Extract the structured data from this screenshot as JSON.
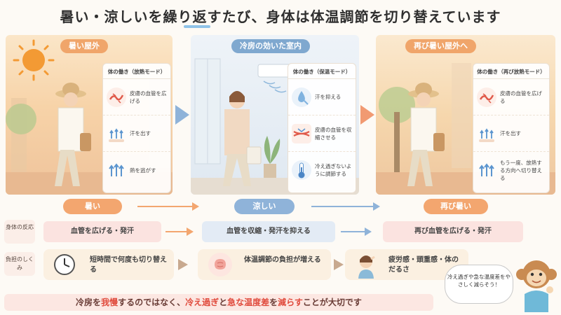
{
  "title": "暑い・涼しいを繰り返すたび、身体は体温調節を切り替えています",
  "scenes": [
    {
      "tag": "暑い屋外",
      "panel_title": "体の働き（放熱モード）",
      "items": [
        {
          "icon": "blood-vessel-dilate-icon",
          "text": "皮膚の血管を広げる"
        },
        {
          "icon": "sweat-icon",
          "text": "汗を出す"
        },
        {
          "icon": "heat-release-icon",
          "text": "熱を逃がす"
        }
      ]
    },
    {
      "tag": "冷房の効いた室内",
      "panel_title": "体の働き（保温モード）",
      "items": [
        {
          "icon": "suppress-sweat-icon",
          "text": "汗を抑える"
        },
        {
          "icon": "blood-vessel-constrict-icon",
          "text": "皮膚の血管を収縮させる"
        },
        {
          "icon": "thermometer-icon",
          "text": "冷え過ぎないように調節する"
        }
      ]
    },
    {
      "tag": "再び暑い屋外へ",
      "panel_title": "体の働き（再び放熱モード）",
      "items": [
        {
          "icon": "blood-vessel-dilate-icon",
          "text": "皮膚の血管を広げる"
        },
        {
          "icon": "sweat-icon",
          "text": "汗を出す"
        },
        {
          "icon": "heat-release-icon",
          "text": "もう一度、放熱する方向へ切り替える"
        }
      ]
    }
  ],
  "phases": [
    "暑い",
    "涼しい",
    "再び暑い"
  ],
  "rows": {
    "reaction_label": "身体の反応",
    "reactions": [
      "血管を広げる・発汗",
      "血管を収縮・発汗を抑える",
      "再び血管を広げる・発汗"
    ],
    "load_label": "負担のしくみ",
    "loads": [
      "短時間で何度も切り替える",
      "体温調節の負担が増える",
      "疲労感・頭重感・体のだるさ"
    ]
  },
  "bottom": {
    "t1": "冷房を",
    "t2": "我慢",
    "t3": "するのではなく、",
    "t4": "冷え過ぎ",
    "t5": "と",
    "t6": "急な温度差",
    "t7": "を",
    "t8": "減らす",
    "t9": "ことが大切です"
  },
  "mascot_bubble": "冷え過ぎや急な温度差をやさしく減らそう！",
  "colors": {
    "warm": "#f0a56a",
    "cool": "#7fa8cf",
    "highlight": "#e04a3c"
  }
}
